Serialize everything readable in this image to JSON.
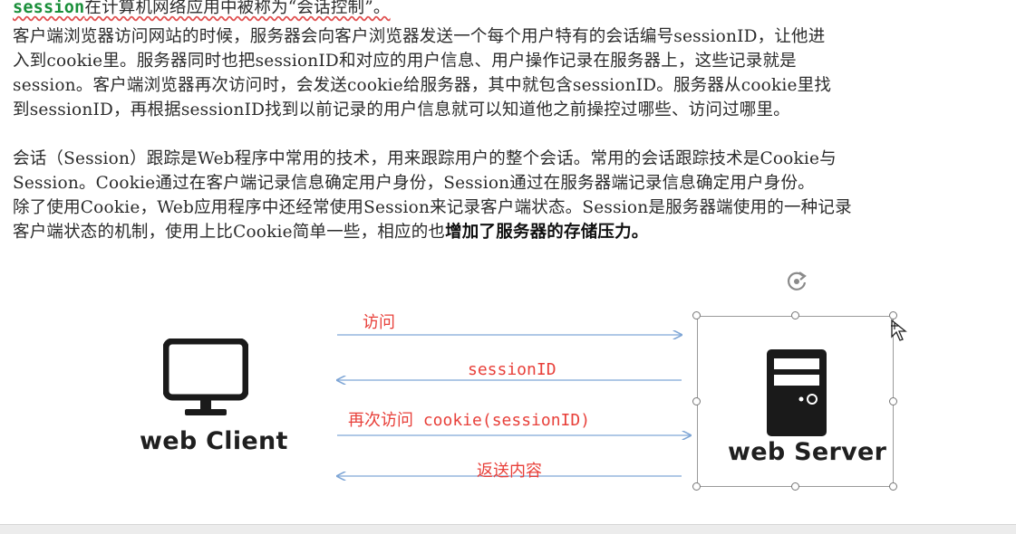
{
  "document": {
    "line1_kw": "session",
    "line1_rest": "在计算机网络应用中被称为“会话控制”。",
    "para1": [
      "客户端浏览器访问网站的时候，服务器会向客户浏览器发送一个每个用户特有的会话编号sessionID，让他进",
      "入到cookie里。服务器同时也把sessionID和对应的用户信息、用户操作记录在服务器上，这些记录就是",
      "session。客户端浏览器再次访问时，会发送cookie给服务器，其中就包含sessionID。服务器从cookie里找",
      "到sessionID，再根据sessionID找到以前记录的用户信息就可以知道他之前操控过哪些、访问过哪里。"
    ],
    "para2": [
      "会话（Session）跟踪是Web程序中常用的技术，用来跟踪用户的整个会话。常用的会话跟踪技术是Cookie与",
      "Session。Cookie通过在客户端记录信息确定用户身份，Session通过在服务器端记录信息确定用户身份。",
      "除了使用Cookie，Web应用程序中还经常使用Session来记录客户端状态。Session是服务器端使用的一种记录"
    ],
    "para2_last_normal": "客户端状态的机制，使用上比Cookie简单一些，相应的也",
    "para2_last_bold": "增加了服务器的存储压力。"
  },
  "diagram": {
    "client_label": "web Client",
    "server_label": "web Server",
    "arrows": [
      {
        "label": "访问",
        "direction": "right"
      },
      {
        "label": "sessionID",
        "direction": "left"
      },
      {
        "label": "再次访问 cookie(sessionID)",
        "direction": "right"
      },
      {
        "label": "返送内容",
        "direction": "left"
      }
    ],
    "colors": {
      "arrow": "#7fa6d6",
      "label": "#e8403a",
      "icon": "#1a1a1a"
    },
    "icons": [
      "monitor-icon",
      "server-icon",
      "rotate-icon",
      "cursor-icon"
    ]
  }
}
